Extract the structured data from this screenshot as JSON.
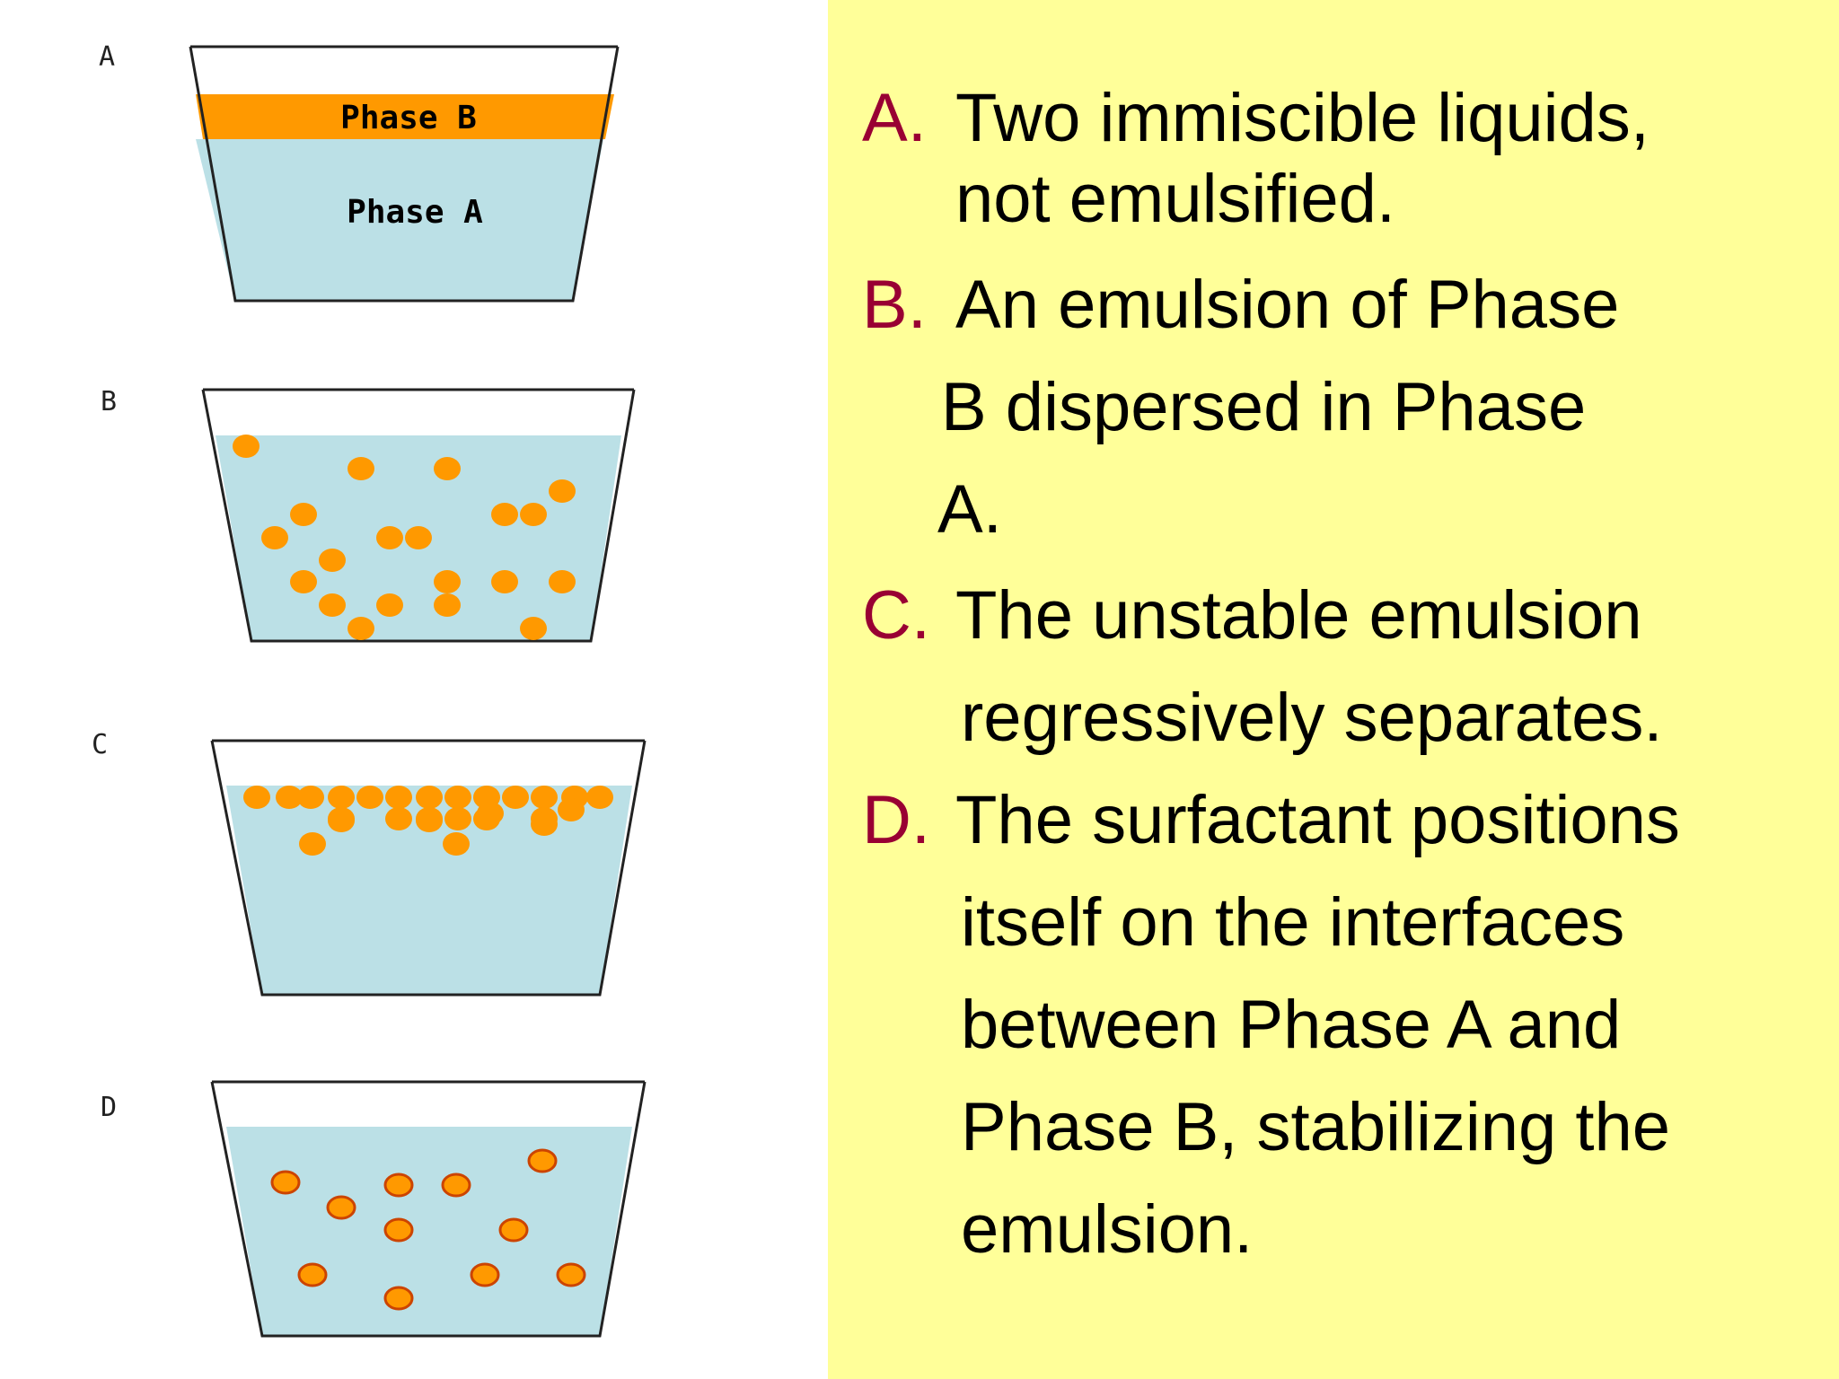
{
  "colors": {
    "liquid_a": "#bbe0e6",
    "phase_b": "#ff9900",
    "droplet_stable_outline": "#cc4400",
    "container_outline": "#222222",
    "text_panel_bg": "#ffff99",
    "letter_color": "#990033",
    "text_color": "#000000"
  },
  "diagram": {
    "panels": [
      {
        "label": "A",
        "phase_b_label": "Phase B",
        "phase_a_label": "Phase A"
      },
      {
        "label": "B"
      },
      {
        "label": "C"
      },
      {
        "label": "D"
      }
    ]
  },
  "items": [
    {
      "letter": "A.",
      "lines": [
        "Two immiscible  liquids,",
        "not emulsified."
      ]
    },
    {
      "letter": "B.",
      "lines": [
        "An emulsion of Phase",
        "B dispersed in Phase",
        "A."
      ]
    },
    {
      "letter": "C.",
      "lines": [
        "The unstable emulsion",
        "regressively separates."
      ]
    },
    {
      "letter": "D.",
      "lines": [
        "The surfactant positions",
        "itself on the interfaces",
        "between Phase A and",
        "Phase B, stabilizing the",
        "emulsion."
      ]
    }
  ]
}
